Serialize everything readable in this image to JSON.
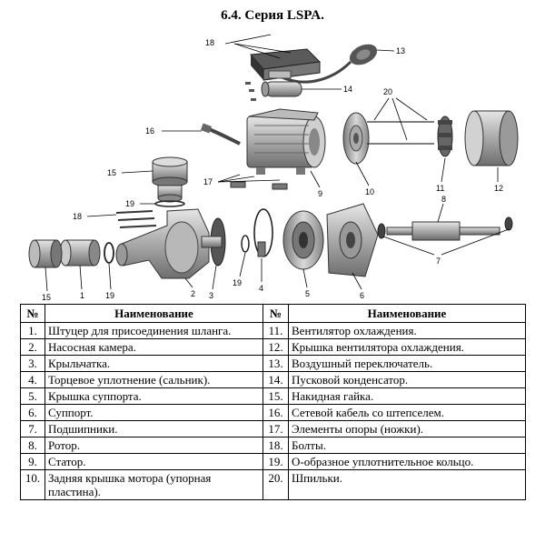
{
  "title": "6.4. Серия LSPA.",
  "callouts": [
    "18",
    "13",
    "14",
    "20",
    "16",
    "10",
    "11",
    "12",
    "15",
    "17",
    "9",
    "19",
    "8",
    "18",
    "7",
    "15",
    "1",
    "19",
    "2",
    "3",
    "19",
    "4",
    "5",
    "6"
  ],
  "table": {
    "headers": [
      "№",
      "Наименование",
      "№",
      "Наименование"
    ],
    "rows": [
      [
        "1.",
        "Штуцер для присоединения шланга.",
        "11.",
        "Вентилятор охлаждения."
      ],
      [
        "2.",
        "Насосная камера.",
        "12.",
        "Крышка вентилятора охлаждения."
      ],
      [
        "3.",
        "Крыльчатка.",
        "13.",
        "Воздушный переключатель."
      ],
      [
        "4.",
        "Торцевое уплотнение (сальник).",
        "14.",
        "Пусковой конденсатор."
      ],
      [
        "5.",
        "Крышка суппорта.",
        "15.",
        "Накидная гайка."
      ],
      [
        "6.",
        "Суппорт.",
        "16.",
        "Сетевой кабель со штепселем."
      ],
      [
        "7.",
        "Подшипники.",
        "17.",
        "Элементы опоры (ножки)."
      ],
      [
        "8.",
        "Ротор.",
        "18.",
        "Болты."
      ],
      [
        "9.",
        "Статор.",
        "19.",
        "О-образное уплотнительное кольцо."
      ],
      [
        "10.",
        " Задняя крышка мотора (упорная пластина).",
        "20.",
        "Шпильки."
      ]
    ]
  }
}
